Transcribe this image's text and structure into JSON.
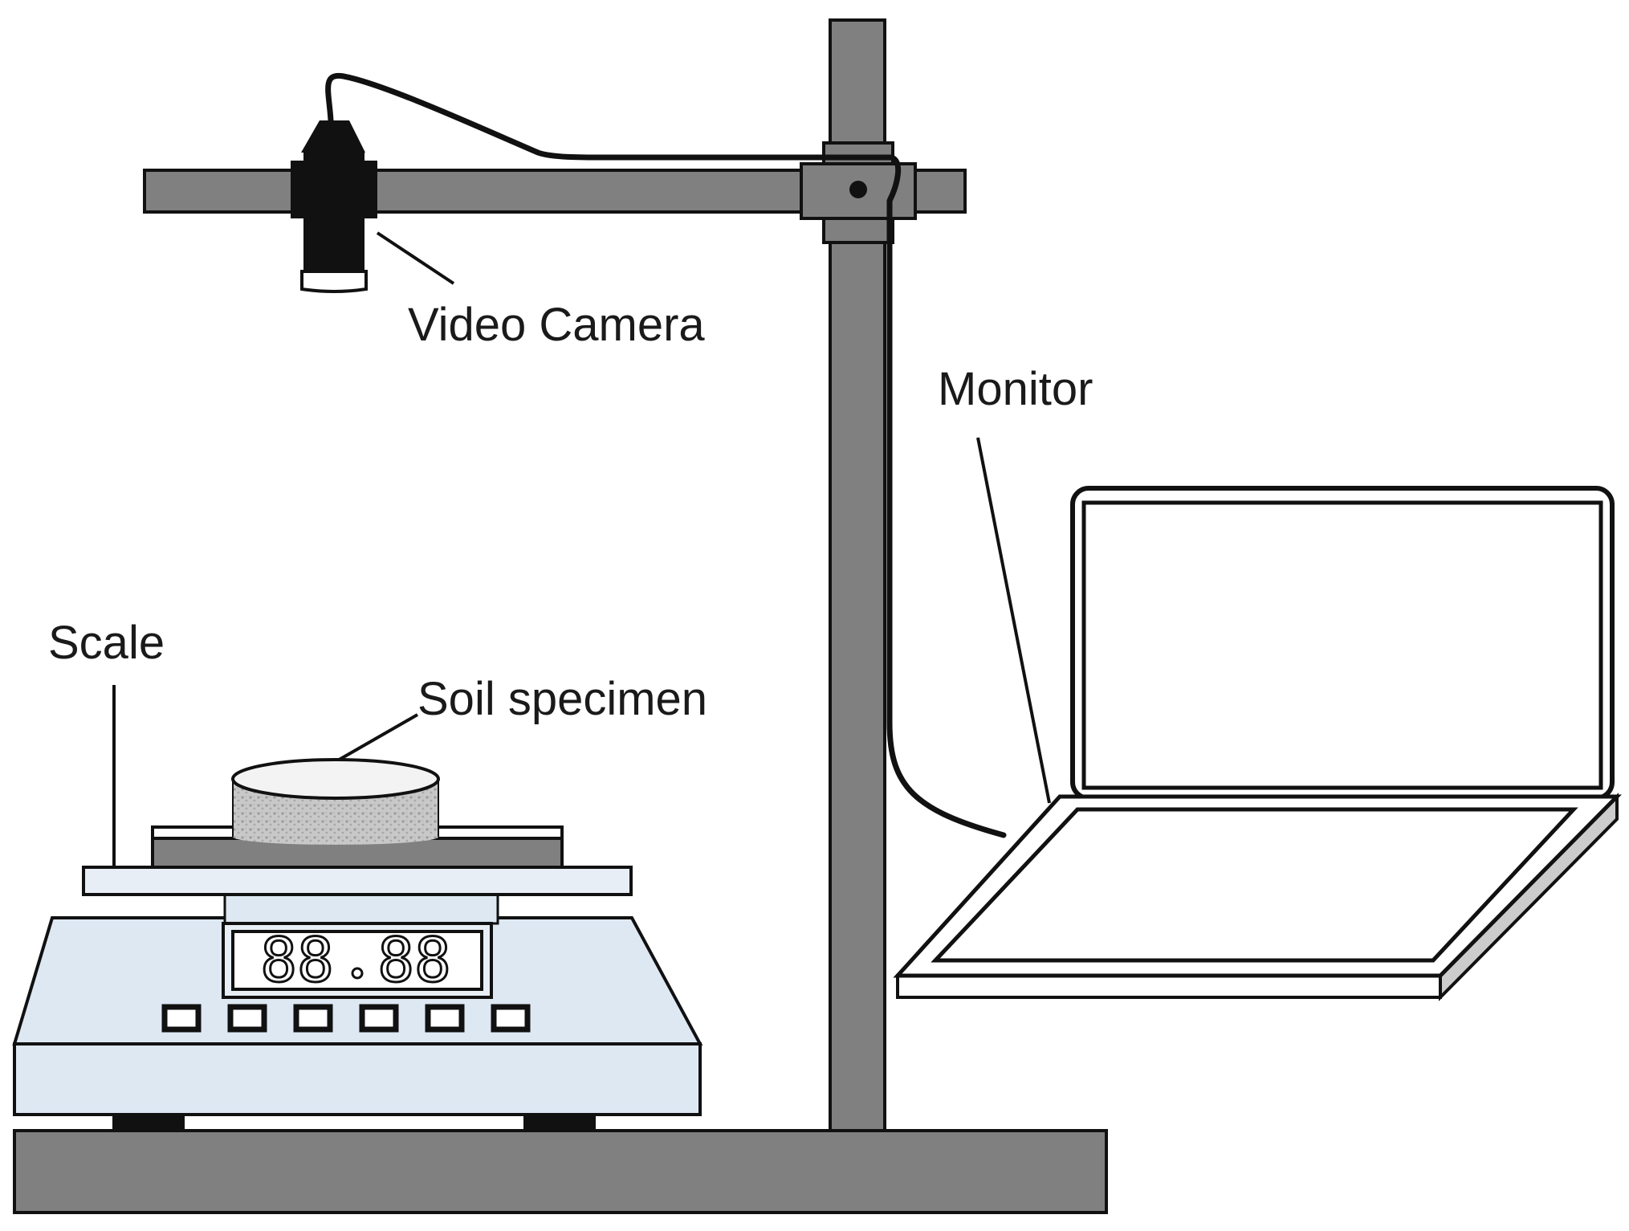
{
  "labels": {
    "video_camera": "Video Camera",
    "monitor": "Monitor",
    "scale": "Scale",
    "soil_specimen": "Soil specimen"
  },
  "scale_display": {
    "left_digits": "88",
    "right_digits": "88",
    "button_count": 6
  },
  "colors": {
    "stand_gray": "#808080",
    "camera_black": "#111111",
    "scale_body": "#dde8f3",
    "scale_top": "#e8eef5",
    "outline": "#111111",
    "specimen": "#f0f0f0",
    "laptop_fill": "#ffffff",
    "laptop_side": "#cccccc"
  },
  "icons": {
    "camera": "video-camera-icon",
    "laptop": "laptop-monitor-icon",
    "scale": "digital-scale-icon"
  }
}
